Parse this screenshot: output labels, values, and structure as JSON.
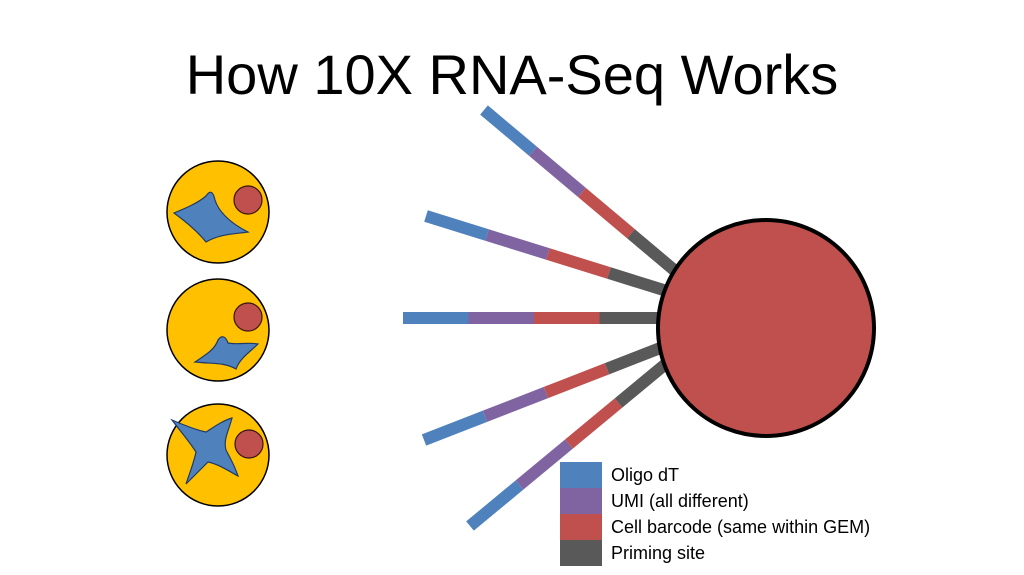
{
  "title": "How 10X RNA-Seq Works",
  "colors": {
    "oligo_dt": "#4f81bd",
    "umi": "#8064a2",
    "cell_barcode": "#c0504d",
    "priming_site": "#595959",
    "cell_fill": "#ffc000",
    "nucleus_fill": "#c0504d",
    "cytoskeleton_fill": "#4f81bd",
    "bead_fill": "#c0504d"
  },
  "legend": [
    {
      "key": "oligo_dt",
      "label": "Oligo dT"
    },
    {
      "key": "umi",
      "label": "UMI (all different)"
    },
    {
      "key": "cell_barcode",
      "label": "Cell barcode (same within GEM)"
    },
    {
      "key": "priming_site",
      "label": "Priming site"
    }
  ],
  "cells": [
    {
      "name": "cell-1"
    },
    {
      "name": "cell-2"
    },
    {
      "name": "cell-3"
    }
  ],
  "bead": {
    "name": "gel-bead"
  },
  "oligos": [
    {
      "name": "oligo-strand-1"
    },
    {
      "name": "oligo-strand-2"
    },
    {
      "name": "oligo-strand-3"
    },
    {
      "name": "oligo-strand-4"
    },
    {
      "name": "oligo-strand-5"
    }
  ]
}
